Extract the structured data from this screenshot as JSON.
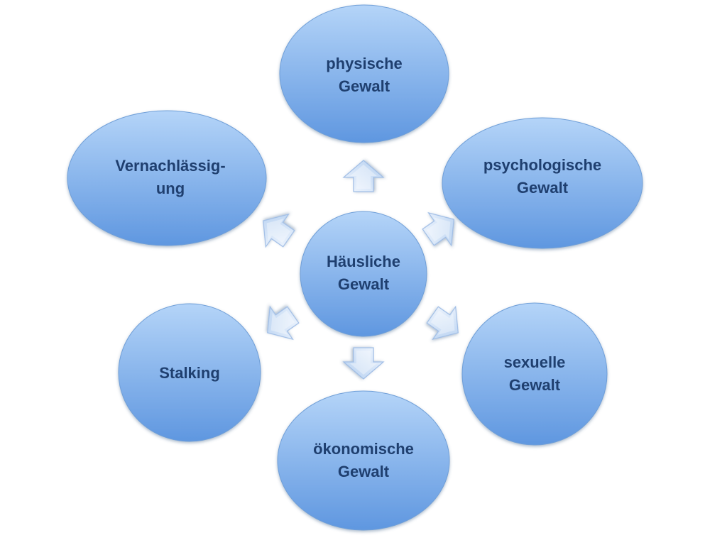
{
  "center": {
    "lines": [
      "Häusliche",
      "Gewalt"
    ]
  },
  "nodes": [
    {
      "id": "physische",
      "lines": [
        "physische",
        "Gewalt"
      ]
    },
    {
      "id": "psychologische",
      "lines": [
        "psychologische",
        "Gewalt"
      ]
    },
    {
      "id": "sexuelle",
      "lines": [
        "sexuelle",
        "Gewalt"
      ]
    },
    {
      "id": "oekonomische",
      "lines": [
        "ökonomische",
        "Gewalt"
      ]
    },
    {
      "id": "stalking",
      "lines": [
        "Stalking"
      ]
    },
    {
      "id": "vernachlaessigung",
      "lines": [
        "Vernachlässig-",
        "ung"
      ]
    }
  ],
  "colors": {
    "fill_top": "#b4d4f8",
    "fill_bottom": "#5f97e0",
    "text": "#1f3f6f",
    "arrow_light": "#e6f0fc",
    "arrow_dark": "#a8c6ec"
  }
}
